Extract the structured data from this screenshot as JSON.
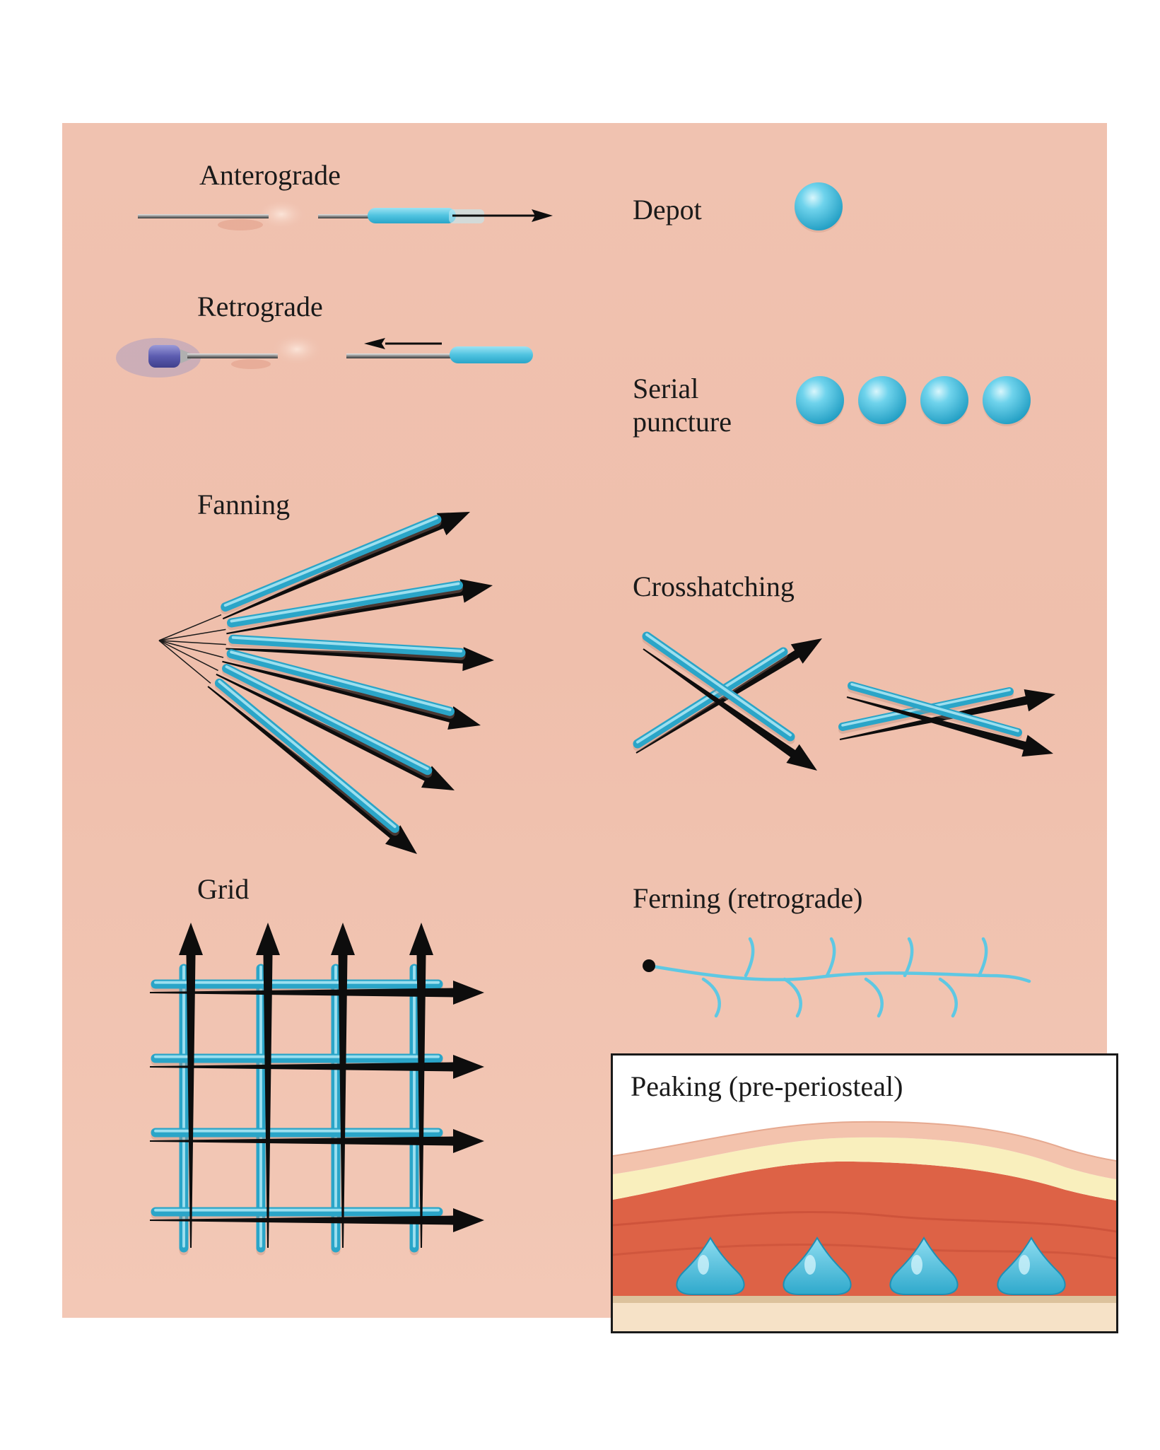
{
  "colors": {
    "skin": "#f0c2b0",
    "filler": "#49c0df",
    "filler_light": "#a9e6f4",
    "arrow": "#0d0d0d",
    "muscle": "#dd6246",
    "fat": "#f9efbd",
    "bone": "#ecd9b8"
  },
  "techniques": {
    "anterograde": {
      "label": "Anterograde"
    },
    "retrograde": {
      "label": "Retrograde"
    },
    "depot": {
      "label": "Depot",
      "bolus_count": 1
    },
    "serial_puncture": {
      "label_line1": "Serial",
      "label_line2": "puncture",
      "bolus_count": 4
    },
    "fanning": {
      "label": "Fanning",
      "ray_count": 6
    },
    "crosshatching": {
      "label": "Crosshatching"
    },
    "grid": {
      "label": "Grid",
      "horizontal_lines": 4,
      "vertical_lines": 4
    },
    "ferning": {
      "label": "Ferning (retrograde)",
      "branch_count": 8
    },
    "peaking": {
      "label": "Peaking (pre-periosteal)",
      "peak_count": 4
    }
  }
}
